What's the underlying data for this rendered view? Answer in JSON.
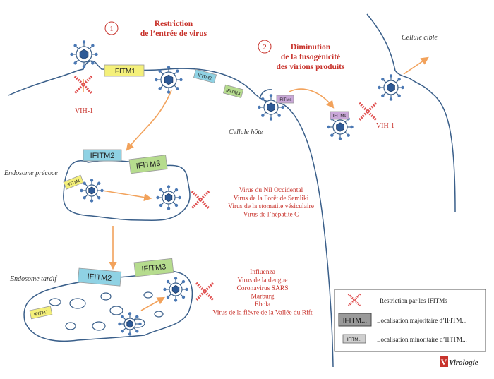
{
  "steps": [
    {
      "number": "1",
      "title": [
        "Restriction",
        "de l’entrée de virus"
      ]
    },
    {
      "number": "2",
      "title": [
        "Diminution",
        "de la fusogénicité",
        "des virions produits"
      ]
    }
  ],
  "labels": {
    "host_cell": "Cellule hôte",
    "target_cell": "Cellule cible",
    "early_endosome": "Endosome précoce",
    "late_endosome": "Endosome tardif",
    "hiv_left": "VIH-1",
    "hiv_right": "VIH-1",
    "brand": "Virologie",
    "brand_initial": "V"
  },
  "proteins": {
    "ifitm1": "IFITM1",
    "ifitm2": "IFITM2",
    "ifitm3": "IFITM3",
    "ifitms": "IFITMs"
  },
  "early_viruses": [
    "Virus du Nil Occidental",
    "Virus de la Forêt de Semliki",
    "Virus de la stomatite vésiculaire",
    "Virus de l’hépatite C"
  ],
  "late_viruses": [
    "Influenza",
    "Virus de la dengue",
    "Coronavirus SARS",
    "Marburg",
    "Ebola",
    "Virus de la fièvre de la Vallée du Rift"
  ],
  "legend": {
    "restriction": "Restriction par les IFITMs",
    "major_box": "IFITM...",
    "major": "Localisation majoritaire d’IFITM...",
    "minor_box": "IFITM...",
    "minor": "Localisation minoritaire d’IFITM..."
  },
  "colors": {
    "membrane": "#3a5f8a",
    "virus_core": "#2e5a96",
    "red_text": "#c8332c",
    "orange_arrow": "#f2a25b",
    "cross": "#e05050",
    "ifitm1": "#f4f07a",
    "ifitm2": "#8fd2e4",
    "ifitm3": "#b6dc8e",
    "ifitms": "#c9a7d8"
  }
}
